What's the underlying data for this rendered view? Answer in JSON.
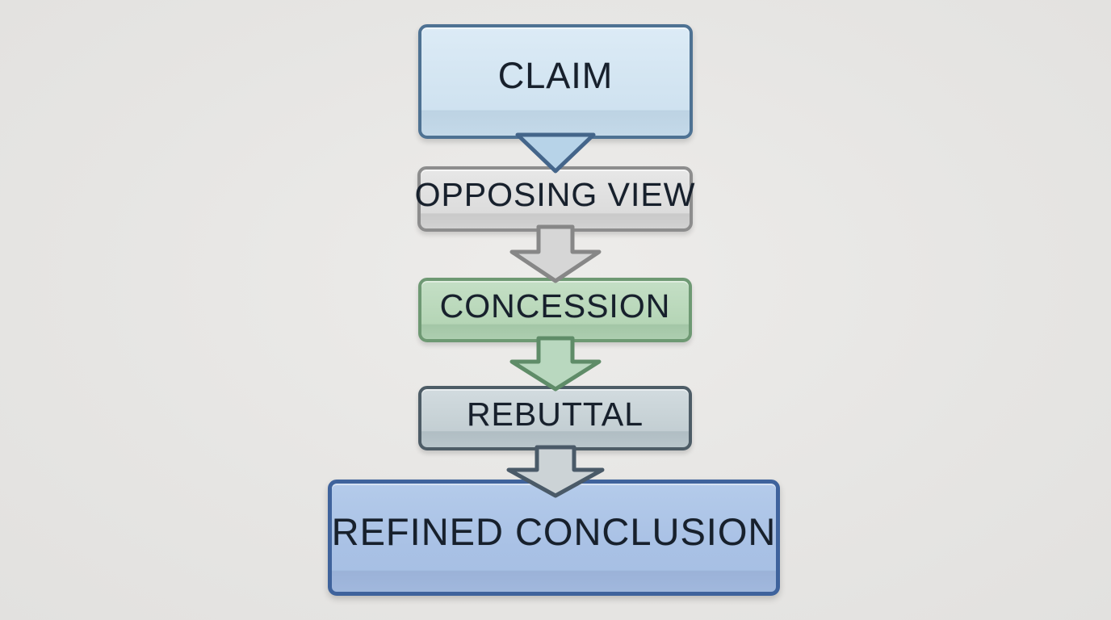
{
  "diagram": {
    "type": "flowchart",
    "direction": "top-down",
    "background_color": "#e6e5e3",
    "text_color": "#17202c",
    "steps": [
      {
        "id": "claim",
        "label": "CLAIM",
        "fill_color": "#d2e4f1",
        "border_color": "#4e7293"
      },
      {
        "id": "opposing-view",
        "label": "OPPOSING VIEW",
        "fill_color": "#dedede",
        "border_color": "#8d8d8d"
      },
      {
        "id": "concession",
        "label": "CONCESSION",
        "fill_color": "#b8d7b9",
        "border_color": "#6e9973"
      },
      {
        "id": "rebuttal",
        "label": "REBUTTAL",
        "fill_color": "#c6d1d5",
        "border_color": "#4d5c66"
      },
      {
        "id": "refined-conclusion",
        "label": "REFINED CONCLUSION",
        "fill_color": "#a9c1e5",
        "border_color": "#3f639c"
      }
    ],
    "connectors": [
      {
        "from": "claim",
        "to": "opposing-view",
        "shape": "triangle-arrow",
        "fill_color": "#b7d3e8",
        "border_color": "#44658a"
      },
      {
        "from": "opposing-view",
        "to": "concession",
        "shape": "block-arrow",
        "fill_color": "#d6d6d6",
        "border_color": "#878787"
      },
      {
        "from": "concession",
        "to": "rebuttal",
        "shape": "block-arrow",
        "fill_color": "#b9d8bf",
        "border_color": "#5f8c68"
      },
      {
        "from": "rebuttal",
        "to": "refined-conclusion",
        "shape": "block-arrow",
        "fill_color": "#ccd3d6",
        "border_color": "#4a5a68"
      }
    ]
  }
}
